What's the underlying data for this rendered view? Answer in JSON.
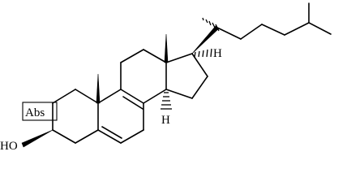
{
  "molecule": {
    "labels": {
      "abs": "Abs",
      "hydroxyl": "HO",
      "h14": "H",
      "h17": "H"
    }
  }
}
